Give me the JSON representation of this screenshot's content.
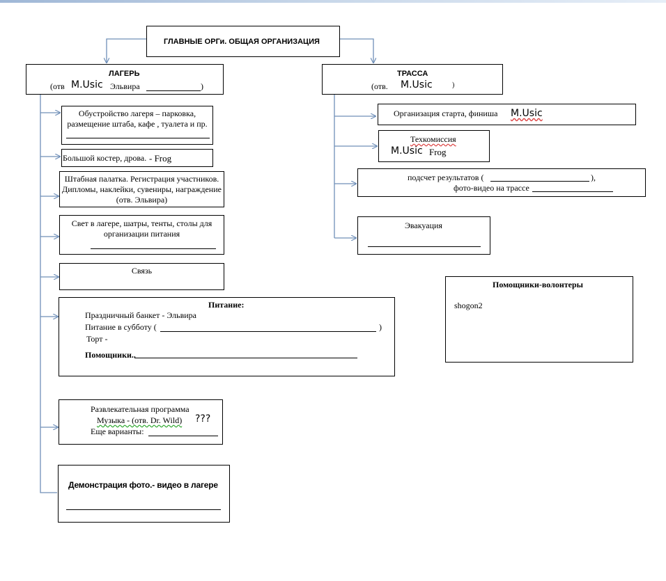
{
  "colors": {
    "connector": "#6f8fb8",
    "box_border": "#000000",
    "top_strip": "#9fb7d6"
  },
  "root": {
    "title": "ГЛАВНЫЕ ОРГи. ОБЩАЯ ОРГАНИЗАЦИЯ"
  },
  "camp": {
    "title": "ЛАГЕРЬ",
    "resp_prefix": "(отв",
    "resp_name": "M.Usic",
    "resp_name2": "Эльвира",
    "resp_suffix": ")"
  },
  "track": {
    "title": "ТРАССА",
    "resp_prefix": "(отв.",
    "resp_name": "M.Usic",
    "resp_suffix": ")"
  },
  "camp_tasks": {
    "setup": {
      "line1": "Обустройство лагеря – парковка,",
      "line2": "размещение штаба, кафе , туалета и пр."
    },
    "bonfire": {
      "text": "Большой костер, дрова.",
      "helper": "- Frog"
    },
    "hq_tent": {
      "line1": "Штабная палатка. Регистрация участников.",
      "line2": "Дипломы, наклейки, сувениры, награждение",
      "line3": "(отв. Эльвира)"
    },
    "light": {
      "line1": "Свет в лагере, шатры, тенты, столы для",
      "line2": "организации питания"
    },
    "comms": {
      "text": "Связь"
    },
    "food": {
      "title": "Питание:",
      "banquet": "Праздничный банкет - Эльвира",
      "saturday_prefix": "Питание в субботу (",
      "saturday_suffix": ")",
      "cake": "Торт -",
      "helpers": "Помощники.."
    },
    "entertainment": {
      "line1": "Развлекательная программа",
      "music": "Музыка - (отв. Dr. Wild)",
      "music_note": "???",
      "more": "Еще варианты:"
    },
    "photo_demo": {
      "text": "Демонстрация фото.- видео в лагере"
    }
  },
  "track_tasks": {
    "start_finish": {
      "text": "Организация старта, финиша",
      "resp": "M.Usic"
    },
    "tech": {
      "title": "Техкомиссия",
      "resp1": "M.Usic",
      "resp2": "Frog"
    },
    "results": {
      "line1_prefix": "подсчет результатов (",
      "line1_suffix": "),",
      "line2": "фото-видео на трассе"
    },
    "evacuation": {
      "text": "Эвакуация"
    }
  },
  "volunteers": {
    "title": "Помощники-волонтеры",
    "name": "shogon2"
  }
}
